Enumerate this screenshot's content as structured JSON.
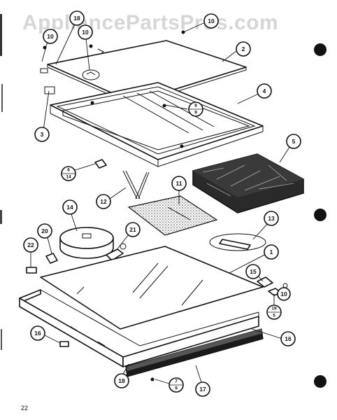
{
  "watermark": "AppliancePartsPros.com",
  "page_number": "22",
  "callouts": {
    "c1": "1",
    "c2": "2",
    "c3": "3",
    "c4": "4",
    "c5": "5",
    "c10a": "10",
    "c10b": "10",
    "c10c": "10",
    "c10d": "10",
    "c11": "11",
    "c12": "12",
    "c13": "13",
    "c14": "14",
    "c15": "15",
    "c16a": "16",
    "c16b": "16",
    "c17": "17",
    "c18a": "18",
    "c18b": "18",
    "c20": "20",
    "c21": "21",
    "c22": "22",
    "f8_top": "8",
    "f8_bot": "9",
    "f6_top": "6",
    "f6_bot": "14",
    "f19_top": "19",
    "f19_bot": "5",
    "f7_top": "7",
    "f7_bot": "9"
  }
}
